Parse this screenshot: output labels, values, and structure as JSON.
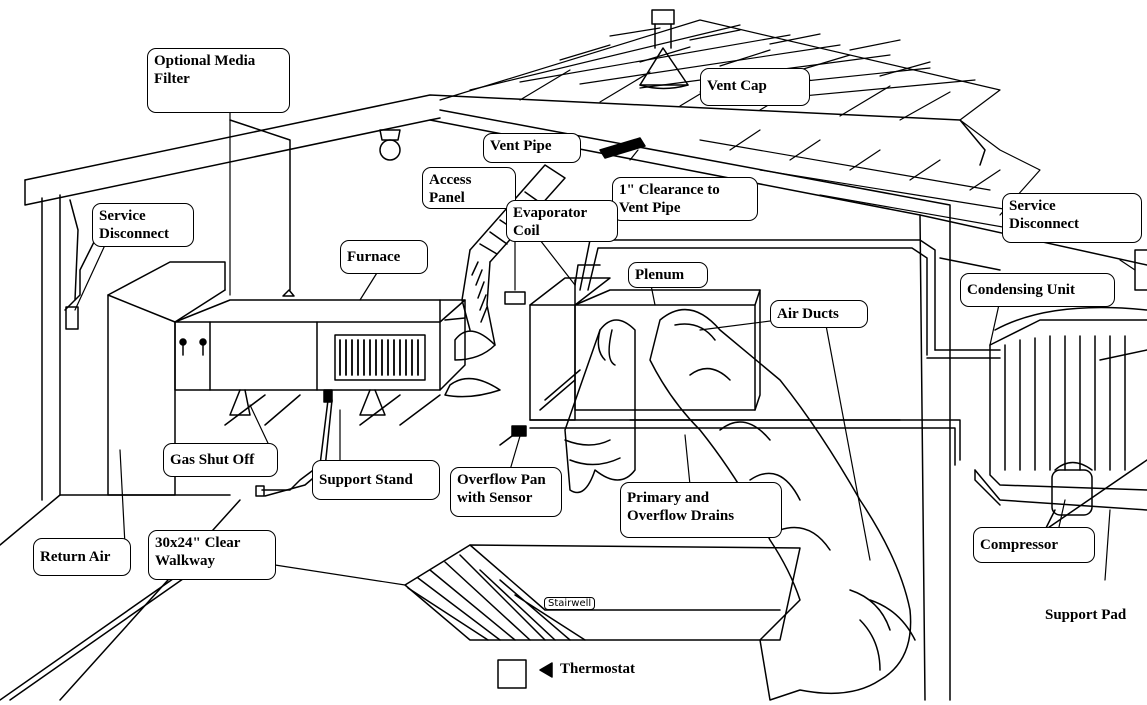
{
  "labels": {
    "optional_media_filter": [
      "Optional Media",
      "Filter"
    ],
    "vent_cap": "Vent Cap",
    "vent_pipe": "Vent Pipe",
    "access_panel": [
      "Access",
      "Panel"
    ],
    "clearance": [
      "1\" Clearance to",
      "Vent Pipe"
    ],
    "evaporator_coil": [
      "Evaporator",
      "Coil"
    ],
    "service_disconnect_left": [
      "Service",
      "Disconnect"
    ],
    "service_disconnect_right": [
      "Service",
      "Disconnect"
    ],
    "furnace": "Furnace",
    "plenum": "Plenum",
    "condensing_unit": "Condensing Unit",
    "air_ducts": "Air Ducts",
    "gas_shut_off": "Gas Shut Off",
    "support_stand": "Support Stand",
    "overflow_pan": [
      "Overflow Pan",
      "with Sensor"
    ],
    "primary_overflow_drains": [
      "Primary and",
      "Overflow Drains"
    ],
    "return_air": "Return Air",
    "walkway": [
      "30x24\" Clear",
      "Walkway"
    ],
    "compressor": "Compressor",
    "support_pad": "Support Pad",
    "stairwell": "Stairwell",
    "thermostat": "Thermostat"
  }
}
